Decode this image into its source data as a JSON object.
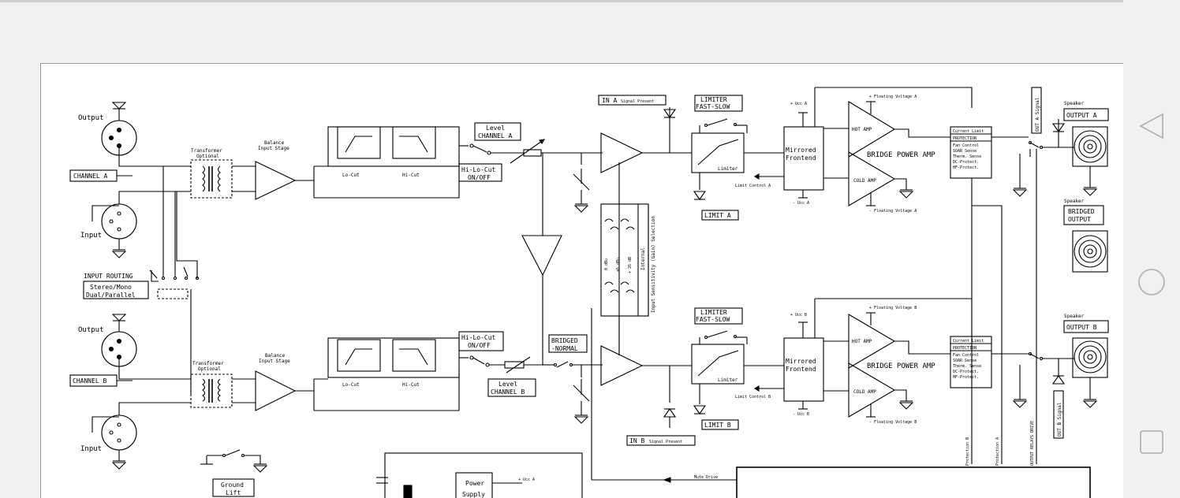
{
  "labels": {
    "output_top": "Output",
    "input_top": "Input",
    "channel_a": "CHANNEL A",
    "transformer_a": "Transformer",
    "optional_a": "Optional",
    "balance_a": "Balance",
    "input_stage_a": "Input Stage",
    "locut_a": "Lo-Cut",
    "hicut_a": "Hi-Cut",
    "level_a_1": "Level",
    "level_a_2": "CHANNEL A",
    "hilocut_a_1": "Hi-Lo-Cut",
    "hilocut_a_2": "ON/OFF",
    "in_a_main": "IN A",
    "in_a_sub": "Signal Present",
    "limiter_a_1": "LIMITER",
    "limiter_a_2": "FAST-SLOW",
    "limiter_box_a": "Limiter",
    "limit_a": "LIMIT A",
    "limit_control_a": "Limit Control A",
    "vcc_plus_a": "+ Ucc A",
    "vcc_minus_a": "- Ucc A",
    "mirrored_a_1": "Mirrored",
    "mirrored_a_2": "Frontend",
    "float_plus_a": "+ Floating Voltage A",
    "float_minus_a": "- Floating Voltage A",
    "hot_amp_a": "HOT AMP",
    "cold_amp_a": "COLD AMP",
    "bridge_a": "BRIDGE POWER AMP",
    "prot_a": [
      "Current Limit",
      "PROTECTION",
      "Fan Control",
      "SOAR Sense",
      "Therm. Sense",
      "DC-Protect.",
      "HF-Protect."
    ],
    "out_a_signal": "OUT A Signal",
    "speaker_a": "Speaker",
    "output_a": "OUTPUT A",
    "speaker_bridged": "Speaker",
    "bridged_output_1": "BRIDGED",
    "bridged_output_2": "OUTPUT",
    "input_routing": "INPUT ROUTING",
    "stereo_mono": "Stereo/Mono",
    "dual_parallel": "Dual/Parallel",
    "sens_0": "0 dBu",
    "sens_6": "+6 dBu",
    "sens_26": "+ 26 dB",
    "internal": "Internal",
    "sensitivity": "Input Sensitivity (Gain) Selection",
    "output_bot": "Output",
    "input_bot": "Input",
    "channel_b": "CHANNEL B",
    "transformer_b": "Transformer",
    "optional_b": "Optional",
    "balance_b": "Balance",
    "input_stage_b": "Input Stage",
    "locut_b": "Lo-Cut",
    "hicut_b": "Hi-Cut",
    "hilocut_b_1": "Hi-Lo-Cut",
    "hilocut_b_2": "ON/OFF",
    "level_b_1": "Level",
    "level_b_2": "CHANNEL B",
    "bridged_normal_1": "BRIDGED",
    "bridged_normal_2": "-NORMAL",
    "limiter_b_1": "LIMITER",
    "limiter_b_2": "FAST-SLOW",
    "limiter_box_b": "Limiter",
    "limit_b": "LIMIT B",
    "limit_control_b": "Limit Control B",
    "in_b_main": "IN B",
    "in_b_sub": "Signal Present",
    "vcc_plus_b": "+ Ucc B",
    "vcc_minus_b": "- Ucc B",
    "mirrored_b_1": "Mirrored",
    "mirrored_b_2": "Frontend",
    "float_plus_b": "+ Floating Voltage B",
    "float_minus_b": "- Floating Voltage B",
    "hot_amp_b": "HOT AMP",
    "cold_amp_b": "COLD AMP",
    "bridge_b": "BRIDGE POWER AMP",
    "prot_b": [
      "Current Limit",
      "PROTECTION",
      "Fan Control",
      "SOAR Sense",
      "Therm. Sense",
      "DC-Protect.",
      "HF-Protect."
    ],
    "speaker_b": "Speaker",
    "output_b": "OUTPUT B",
    "out_b_signal": "OUT B Signal",
    "ground_1": "Ground",
    "ground_2": "Lift",
    "power_1": "Power",
    "power_2": "Supply",
    "psu_vcc": "+ Ucc A",
    "mute_drive": "Mute Drive",
    "protection_b": "Protection B",
    "protection_a": "Protection A",
    "output_relays": "OUTPUT RELAYS DRIVE"
  },
  "nav": {
    "back_icon": "triangle-back-icon",
    "home_icon": "circle-home-icon",
    "recents_icon": "square-recents-icon"
  }
}
